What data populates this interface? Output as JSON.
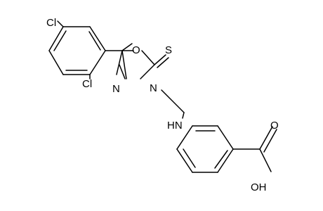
{
  "atoms": {
    "cl_top": "Cl",
    "cl_mid": "Cl",
    "o_ring": "O",
    "s_thione": "S",
    "n_ring_double": "N",
    "n_ring_sub": "N",
    "nh_amine": "HN",
    "o_carbonyl": "O",
    "oh_acid": "OH"
  }
}
